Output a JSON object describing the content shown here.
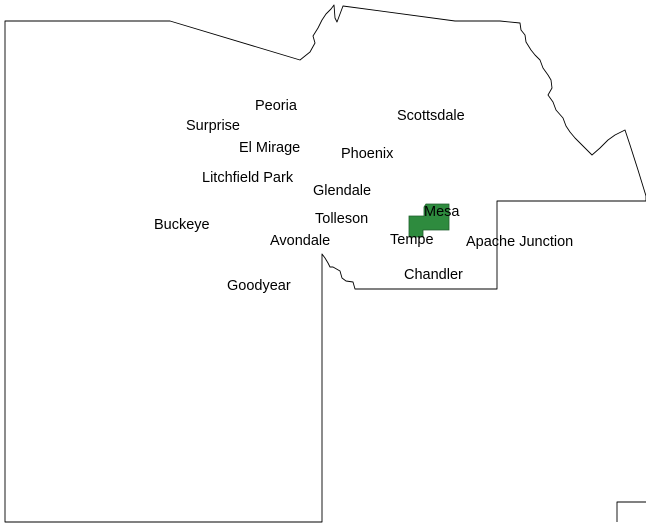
{
  "map": {
    "highlight_color": "#2e8b3e",
    "boundary_color": "#000000",
    "background": "#ffffff",
    "highlighted_area": "Tempe",
    "cities": {
      "peoria": "Peoria",
      "scottsdale": "Scottsdale",
      "surprise": "Surprise",
      "el_mirage": "El Mirage",
      "phoenix": "Phoenix",
      "litchfield_park": "Litchfield Park",
      "glendale": "Glendale",
      "mesa": "Mesa",
      "tolleson": "Tolleson",
      "buckeye": "Buckeye",
      "tempe": "Tempe",
      "avondale": "Avondale",
      "apache_junction": "Apache Junction",
      "chandler": "Chandler",
      "goodyear": "Goodyear"
    }
  }
}
